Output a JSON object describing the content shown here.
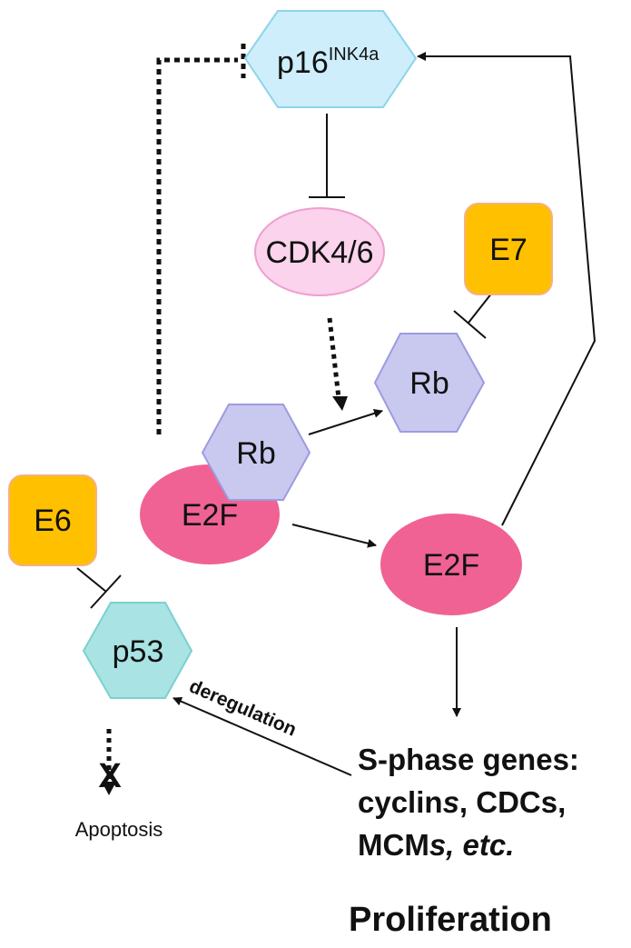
{
  "nodes": {
    "p16": {
      "label": "p16",
      "sup": "INK4a",
      "fill": "#cdeefa",
      "stroke": "#8fd3ea"
    },
    "cdk": {
      "label": "CDK4/6",
      "fill": "#fbd3ec",
      "stroke": "#ee9fd0"
    },
    "e7": {
      "label": "E7",
      "fill": "#ffc000",
      "stroke": "#f4b183"
    },
    "rb_free": {
      "label": "Rb",
      "fill": "#c9c8ef",
      "stroke": "#9d9be0"
    },
    "rb_bound": {
      "label": "Rb",
      "fill": "#c9c8ef",
      "stroke": "#9d9be0"
    },
    "e2f_bound": {
      "label": "E2F",
      "fill": "#f06294"
    },
    "e2f_free": {
      "label": "E2F",
      "fill": "#f06294"
    },
    "e6": {
      "label": "E6",
      "fill": "#ffc000",
      "stroke": "#f4b183"
    },
    "p53": {
      "label": "p53",
      "fill": "#a9e3e3",
      "stroke": "#7cd0d0"
    }
  },
  "labels": {
    "deregulation": "deregulation",
    "apoptosis": "Apoptosis",
    "block_mark": "X",
    "sphase_line1": "S-phase genes:",
    "sphase_line2_a": "cyclin",
    "sphase_line2_b": "s",
    "sphase_line2_c": ", CDCs,",
    "sphase_line3_a": "MCM",
    "sphase_line3_b": "s, etc.",
    "proliferation": "Proliferation"
  }
}
